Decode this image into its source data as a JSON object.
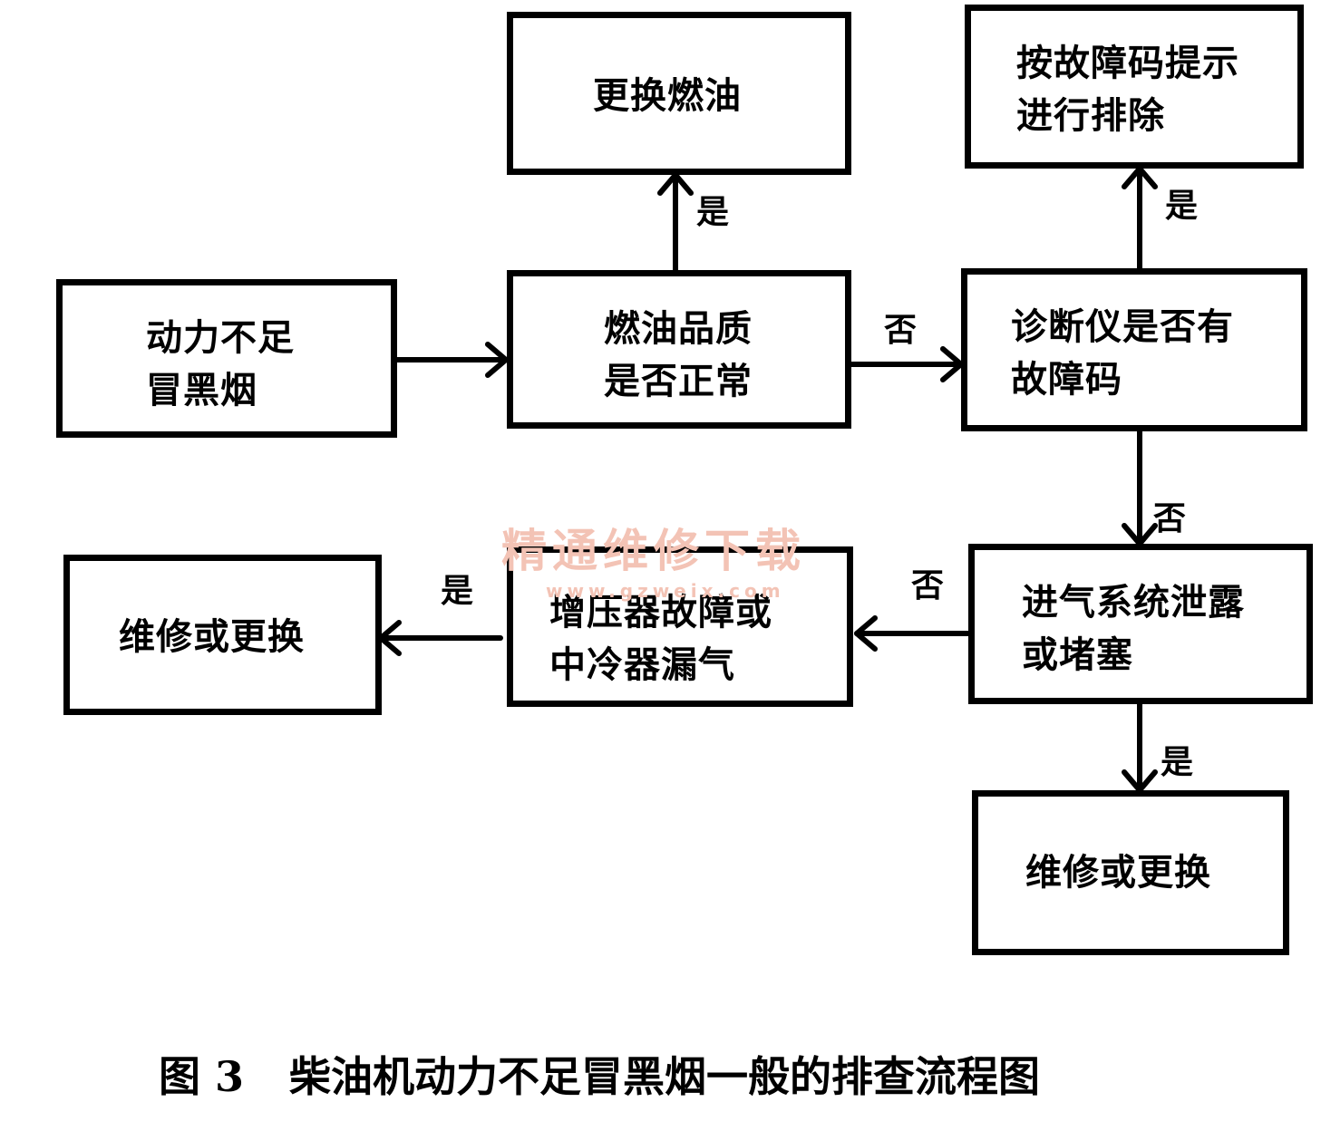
{
  "nodes": {
    "start": {
      "line1": "动力不足",
      "line2": "冒黑烟"
    },
    "fuel_check": {
      "line1": "燃油品质",
      "line2": "是否正常"
    },
    "replace_fuel": {
      "text": "更换燃油"
    },
    "diag_check": {
      "line1": "诊断仪是否有",
      "line2": "故障码"
    },
    "fault_code_fix": {
      "line1": "按故障码提示",
      "line2": "进行排除"
    },
    "intake_check": {
      "line1": "进气系统泄露",
      "line2": "或堵塞"
    },
    "turbo_check": {
      "line1": "增压器故障或",
      "line2": "中冷器漏气"
    },
    "repair_left": {
      "text": "维修或更换"
    },
    "repair_bottom": {
      "text": "维修或更换"
    }
  },
  "edge_labels": {
    "fuel_yes": "是",
    "fuel_no": "否",
    "diag_yes": "是",
    "diag_no": "否",
    "intake_no": "否",
    "intake_yes": "是",
    "turbo_yes": "是"
  },
  "watermark": {
    "main": "精通维修下载",
    "sub": "www.gzweix.com"
  },
  "caption": {
    "figure": "图 3",
    "title": "柴油机动力不足冒黑烟一般的排查流程图"
  }
}
